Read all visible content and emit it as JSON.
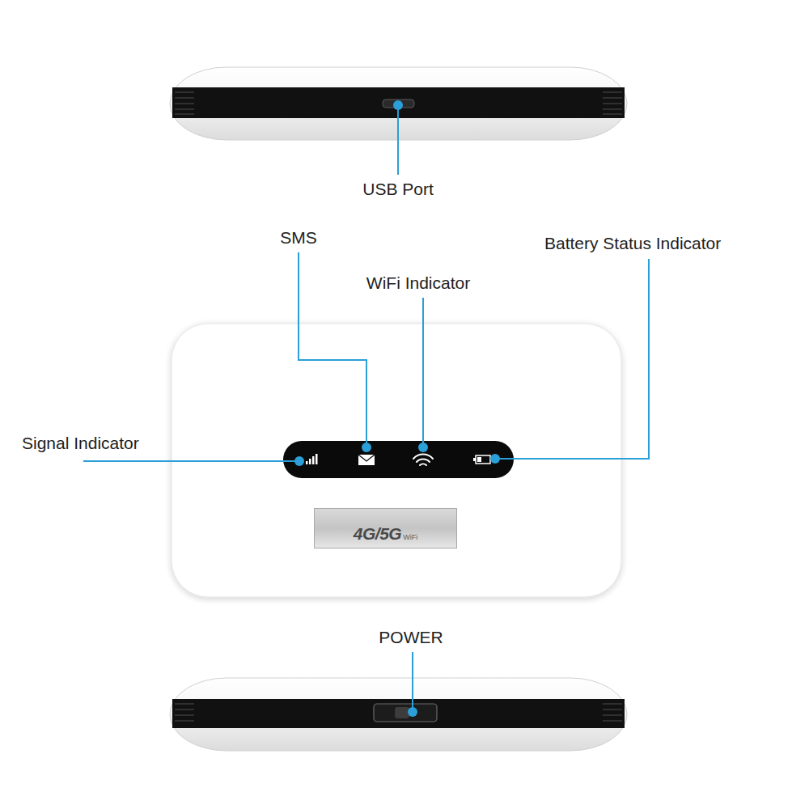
{
  "diagram": {
    "nodes": [
      {
        "text": [
          "4G/5G",
          "WiFi"
        ]
      }
    ],
    "labels": [
      "USB Port",
      "SMS",
      "WiFi Indicator",
      "Battery Status Indicator",
      "Signal Indicator",
      "POWER"
    ]
  }
}
